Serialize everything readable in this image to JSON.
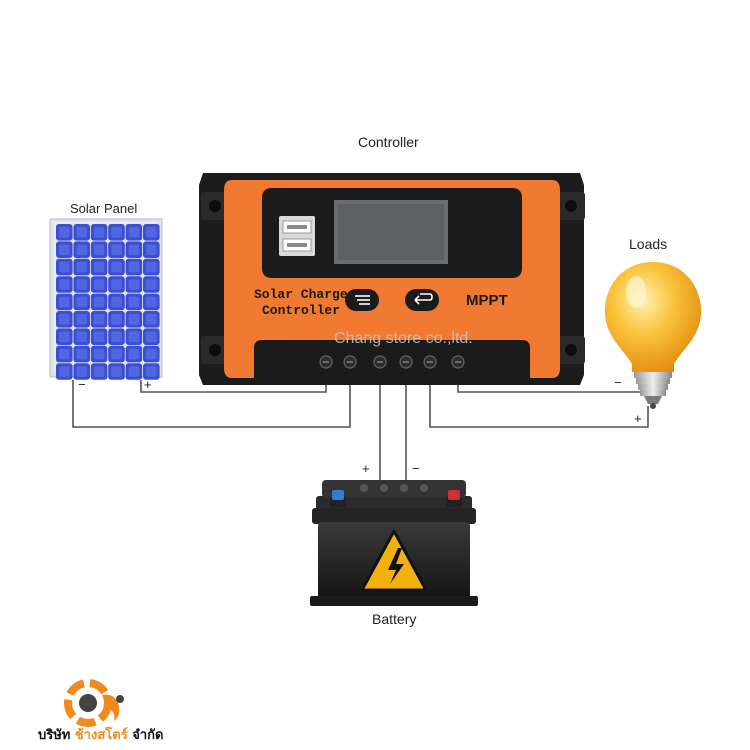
{
  "labels": {
    "controller": "Controller",
    "solar_panel": "Solar Panel",
    "loads": "Loads",
    "battery": "Battery"
  },
  "controller_panel": {
    "title_line1": "Solar Charge",
    "title_line2": "Controller",
    "model": "MPPT"
  },
  "terminals": {
    "solar_neg": "−",
    "solar_pos": "+",
    "battery_pos": "+",
    "battery_neg": "−",
    "load_neg": "−",
    "load_pos": "+"
  },
  "watermark": "Chang store co.,ltd.",
  "company": {
    "prefix": "บริษัท ",
    "name": "ช้างสโตร์",
    "suffix": " จำกัด"
  },
  "colors": {
    "controller_orange": "#f07a32",
    "controller_black": "#1c1c1c",
    "panel_blue": "#3c4fd0",
    "bulb_yellow": "#f6b21c",
    "brand_orange": "#f08a1c"
  }
}
